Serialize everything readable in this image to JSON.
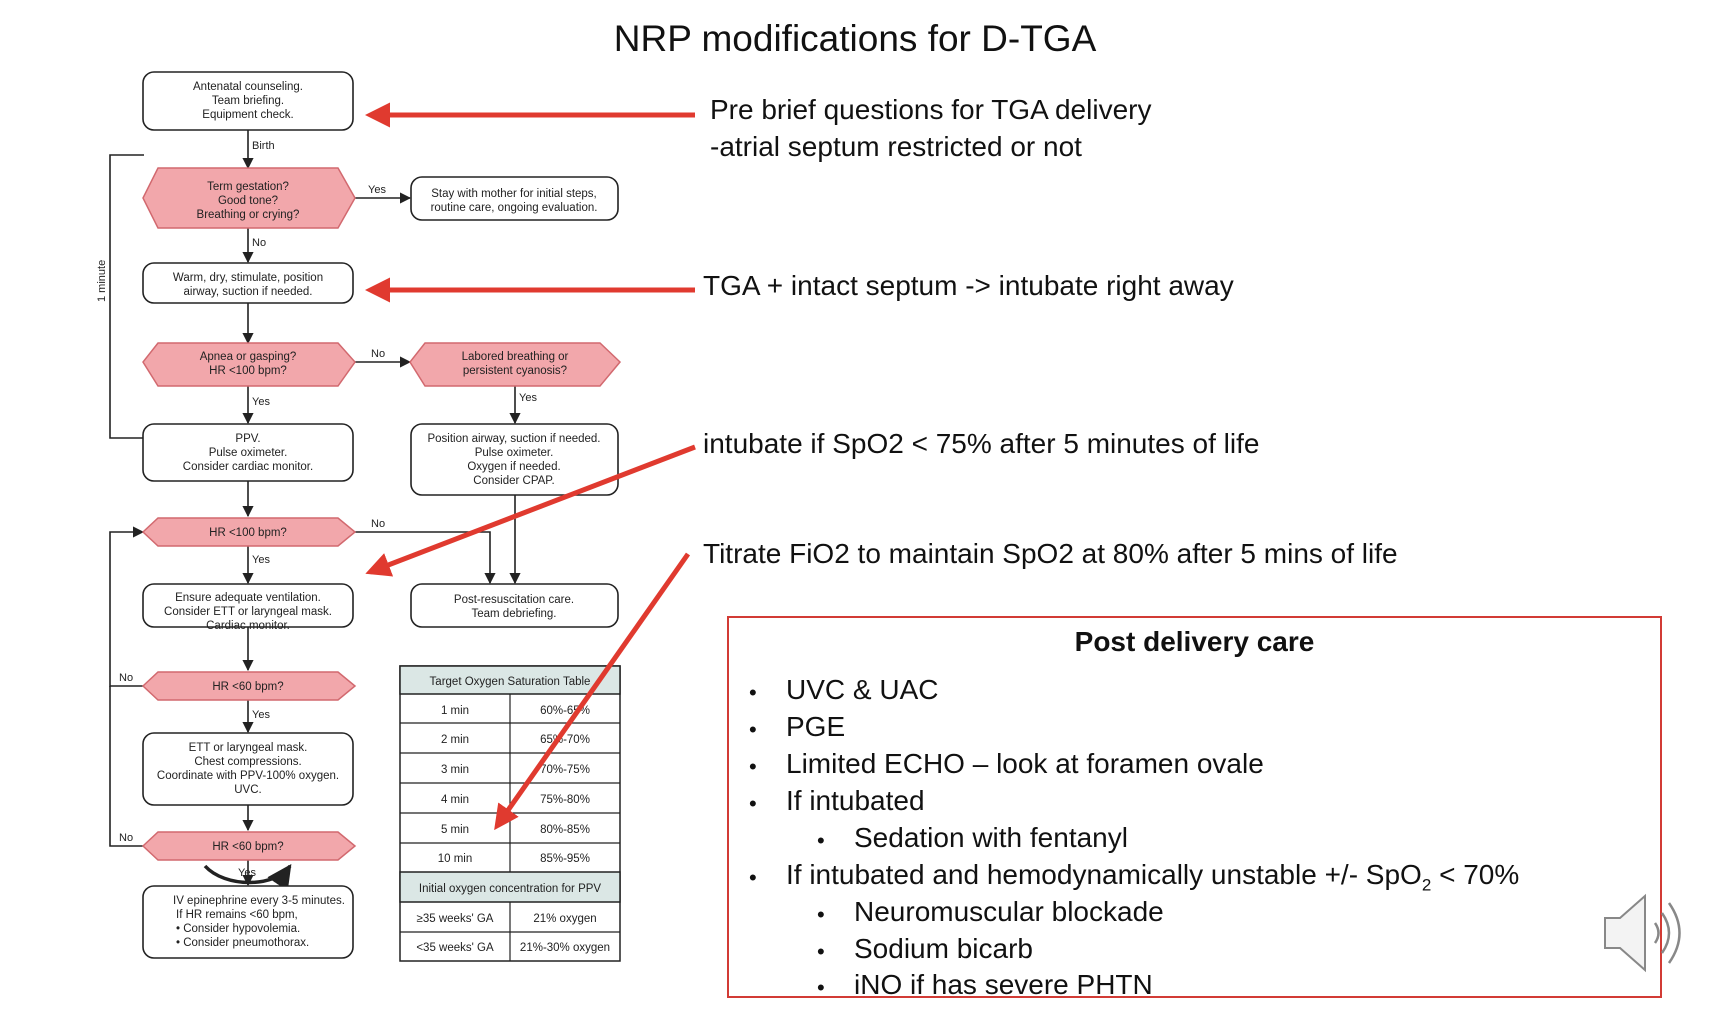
{
  "title": "NRP modifications for D-TGA",
  "flowchart": {
    "box_antenatal": [
      "Antenatal counseling.",
      "Team briefing.",
      "Equipment check."
    ],
    "label_birth": "Birth",
    "dec_term": [
      "Term gestation?",
      "Good tone?",
      "Breathing or crying?"
    ],
    "label_yes1": "Yes",
    "box_mother": [
      "Stay with mother for initial steps,",
      "routine care, ongoing evaluation."
    ],
    "label_no1": "No",
    "box_warm": [
      "Warm, dry, stimulate, position",
      "airway, suction if needed."
    ],
    "label_one_minute": "1 minute",
    "dec_apnea": [
      "Apnea or gasping?",
      "HR <100 bpm?"
    ],
    "label_no2": "No",
    "dec_labored": [
      "Labored breathing or",
      "persistent cyanosis?"
    ],
    "label_yes2": "Yes",
    "label_yes3": "Yes",
    "box_ppv": [
      "PPV.",
      "Pulse oximeter.",
      "Consider cardiac monitor."
    ],
    "box_position": [
      "Position airway, suction if needed.",
      "Pulse oximeter.",
      "Oxygen if needed.",
      "Consider CPAP."
    ],
    "dec_hr100": "HR <100 bpm?",
    "label_no3": "No",
    "label_yes4": "Yes",
    "box_ensure": [
      "Ensure adequate ventilation.",
      "Consider ETT or laryngeal mask.",
      "Cardiac monitor."
    ],
    "box_postresus": [
      "Post-resuscitation care.",
      "Team debriefing."
    ],
    "label_no4": "No",
    "dec_hr60a": "HR <60 bpm?",
    "label_yes5": "Yes",
    "box_ett": [
      "ETT or laryngeal mask.",
      "Chest compressions.",
      "Coordinate with PPV-100% oxygen.",
      "UVC."
    ],
    "label_no5": "No",
    "dec_hr60b": "HR <60 bpm?",
    "label_yes6": "Yes",
    "box_epi": [
      "IV epinephrine every 3-5 minutes.",
      "If HR remains <60 bpm,",
      "• Consider hypovolemia.",
      "• Consider pneumothorax."
    ]
  },
  "sat_table": {
    "title": "Target Oxygen Saturation Table",
    "rows": [
      [
        "1 min",
        "60%-65%"
      ],
      [
        "2 min",
        "65%-70%"
      ],
      [
        "3 min",
        "70%-75%"
      ],
      [
        "4 min",
        "75%-80%"
      ],
      [
        "5 min",
        "80%-85%"
      ],
      [
        "10 min",
        "85%-95%"
      ]
    ],
    "subtitle": "Initial oxygen concentration for PPV",
    "rows2": [
      [
        "≥35 weeks' GA",
        "21% oxygen"
      ],
      [
        "<35 weeks' GA",
        "21%-30% oxygen"
      ]
    ]
  },
  "notes": {
    "prebrief_line1": "Pre brief questions for TGA delivery",
    "prebrief_line2": "-atrial septum restricted or not",
    "intact": "TGA + intact septum -> intubate right away",
    "intubate": "intubate if SpO2 < 75% after 5 minutes of life",
    "titrate": "Titrate FiO2 to maintain SpO2 at 80% after 5 mins of life"
  },
  "post_care": {
    "title": "Post delivery care",
    "b1": "UVC & UAC",
    "b2": "PGE",
    "b3": "Limited ECHO – look at foramen ovale",
    "b4": "If intubated",
    "b4a": "Sedation with fentanyl",
    "b5_pre": "If intubated and hemodynamically unstable +/- SpO",
    "b5_sub": "2",
    "b5_post": " < 70%",
    "b5a": "Neuromuscular blockade",
    "b5b": "Sodium bicarb",
    "b5c": "iNO if has severe PHTN"
  },
  "colors": {
    "decision_fill": "#f2a7ab",
    "decision_stroke": "#d2696f",
    "table_header": "#dbe7e5",
    "arrow_red": "#e03a2f",
    "post_border": "#d23b35"
  },
  "icons": {
    "audio": "speaker-icon"
  }
}
